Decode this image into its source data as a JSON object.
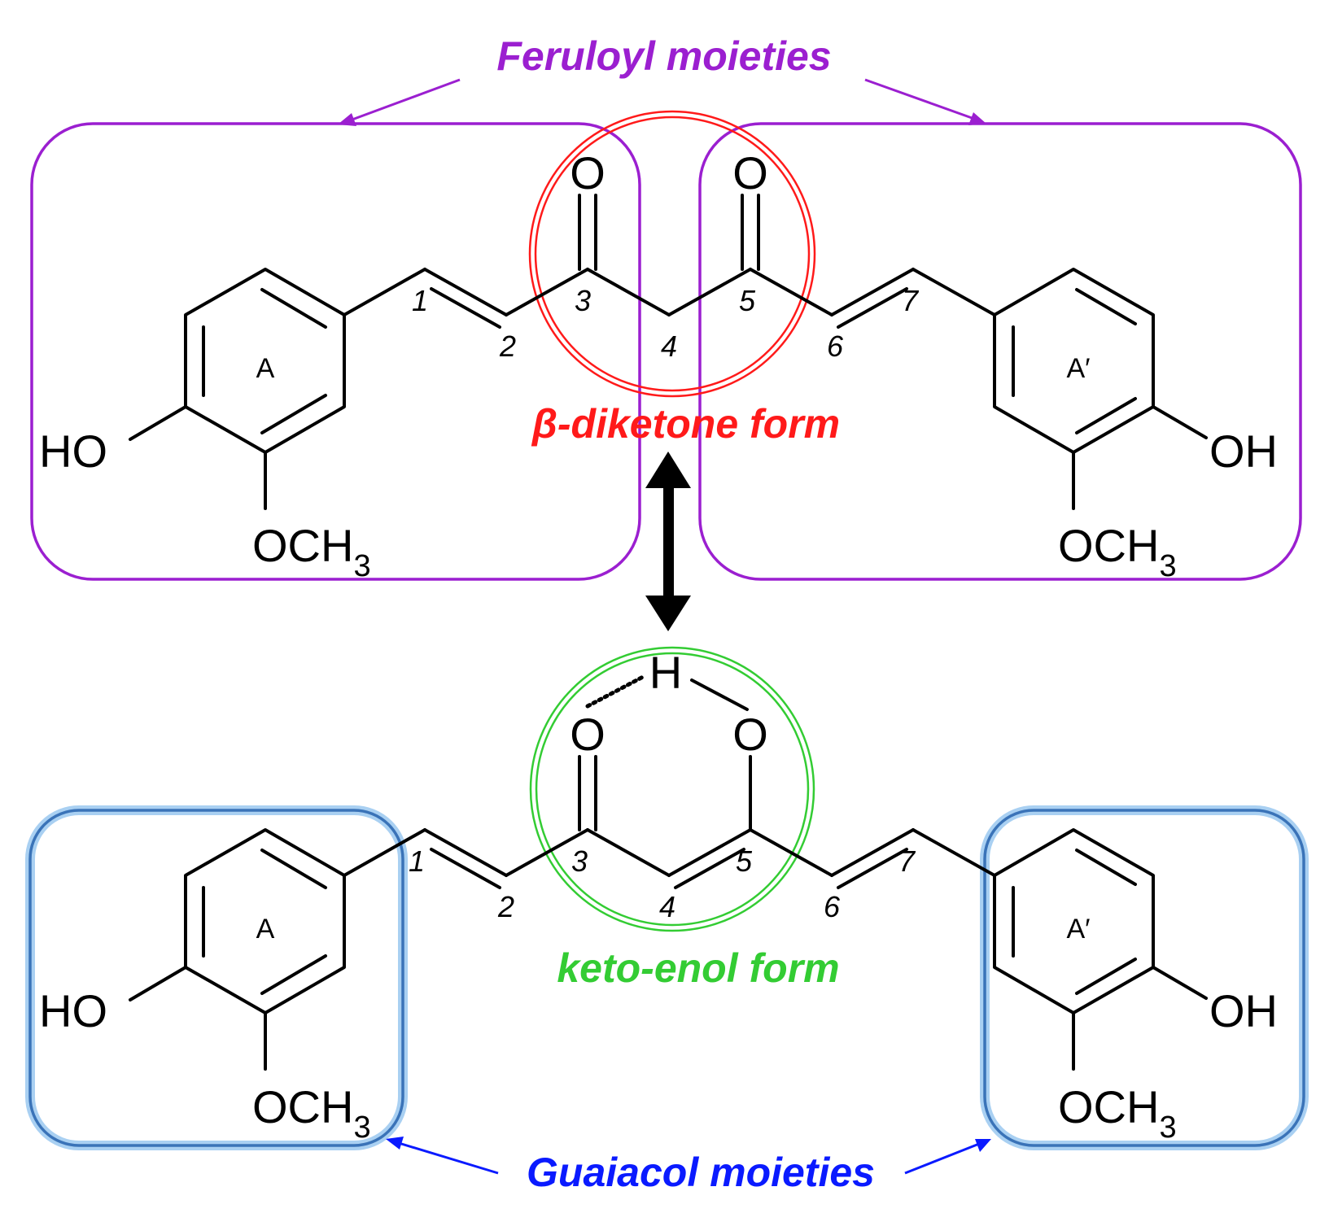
{
  "labels": {
    "feruloyl": "Feruloyl moieties",
    "diketone": "β-diketone form",
    "ketoenol": "keto-enol form",
    "guaiacol": "Guaiacol moieties"
  },
  "atoms": {
    "O": "O",
    "H": "H",
    "HO": "HO",
    "OH": "OH",
    "OCH": "OCH",
    "sub3": "3"
  },
  "rings": {
    "left": "A",
    "right": "A′"
  },
  "numbers": {
    "n1": "1",
    "n2": "2",
    "n3": "3",
    "n4": "4",
    "n5": "5",
    "n6": "6",
    "n7": "7"
  },
  "colors": {
    "feruloyl": "#9b1fd0",
    "diketone": "#ff1a1a",
    "ketoenol": "#33cc33",
    "guaiacol": "#0a1aff",
    "guaiacol_box": "#3a73b8",
    "guaiacol_glow": "#a9d0f2"
  }
}
